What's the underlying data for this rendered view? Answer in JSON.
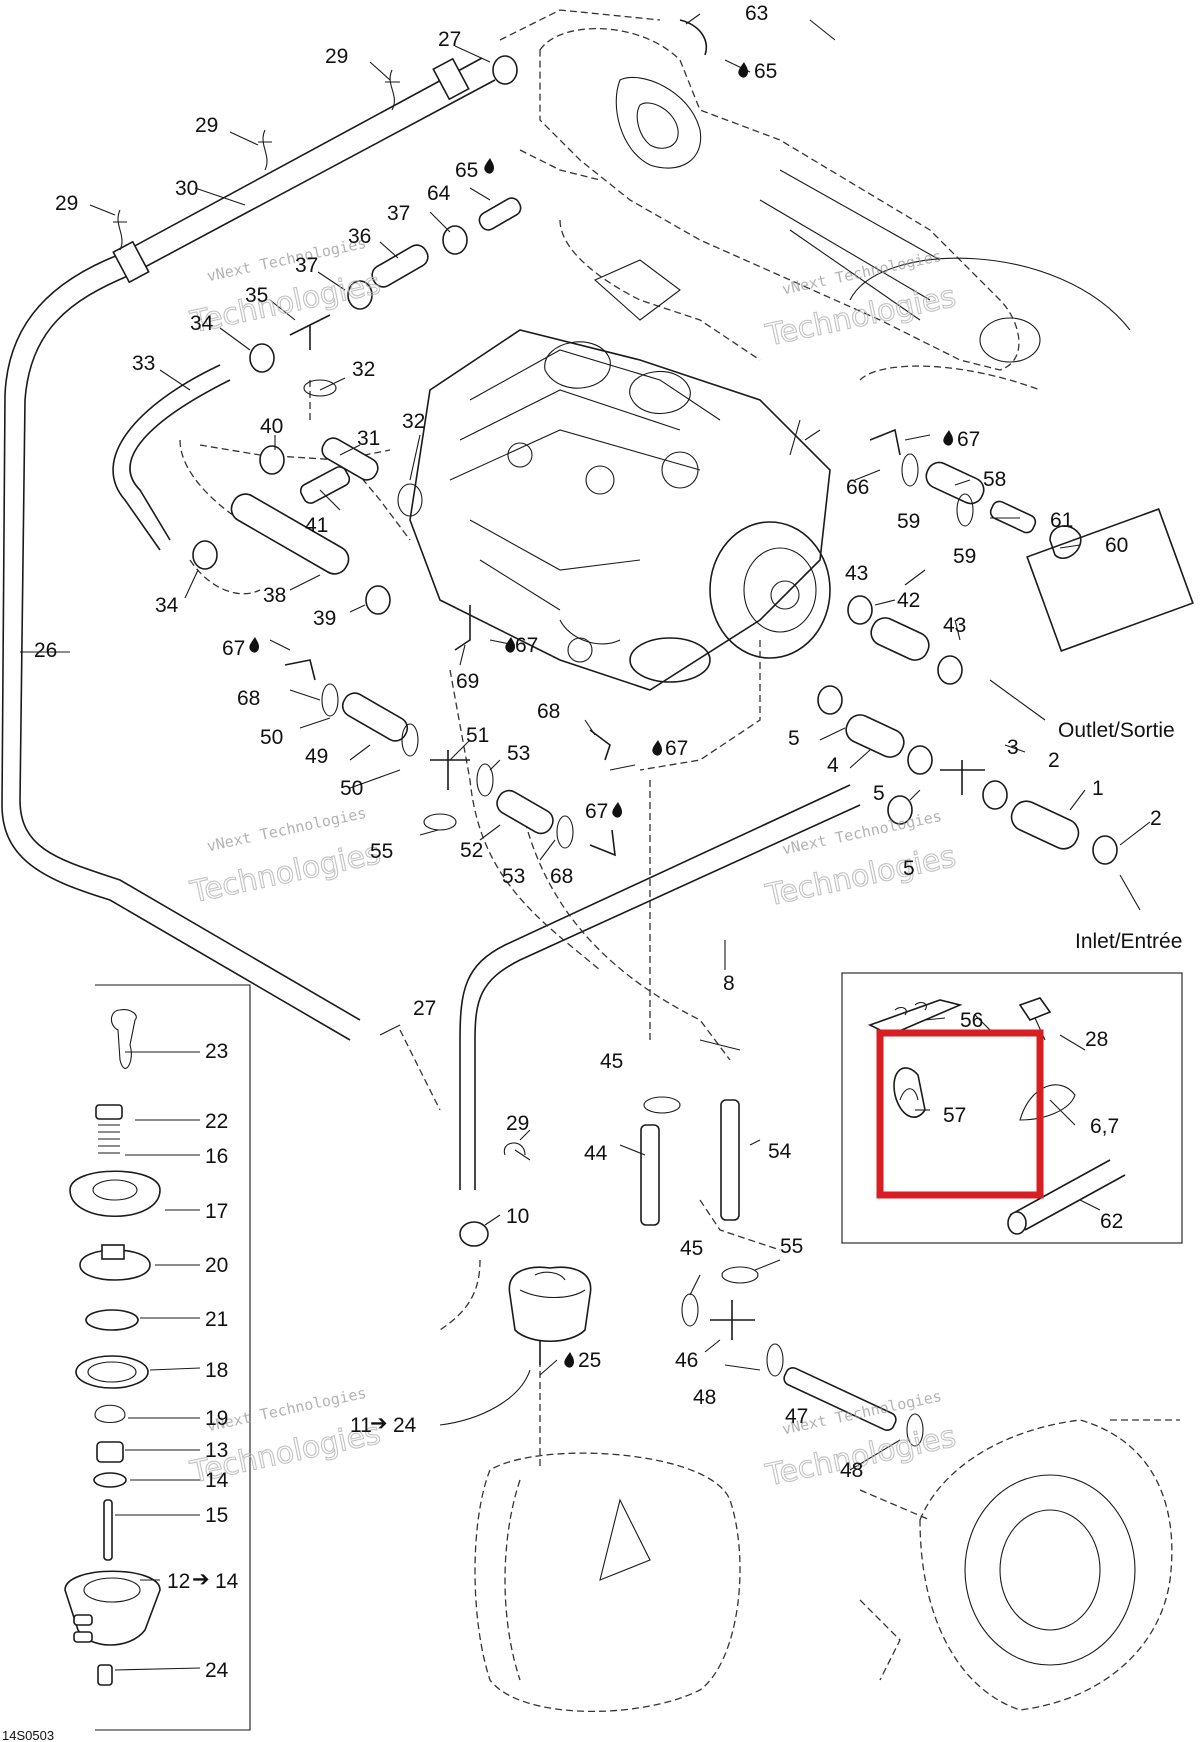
{
  "diagram": {
    "drawing_code": "14S0503",
    "flow_labels": {
      "outlet": "Outlet/Sortie",
      "inlet": "Inlet/Entrée"
    },
    "watermark": {
      "line1": "vNext Technologies",
      "line2": "Technologies"
    },
    "highlight_color": "#d81e22",
    "callouts": {
      "c1": "1",
      "c2a": "2",
      "c2b": "2",
      "c3": "3",
      "c4": "4",
      "c5a": "5",
      "c5b": "5",
      "c5c": "5",
      "c6_7": "6,7",
      "c8": "8",
      "c10": "10",
      "c11_24": "11",
      "c12_14": "12",
      "c13": "13",
      "c14": "14",
      "c15": "15",
      "c16": "16",
      "c17": "17",
      "c18": "18",
      "c19": "19",
      "c20": "20",
      "c21": "21",
      "c22": "22",
      "c23": "23",
      "c24": "24",
      "c24b": "24",
      "c25": "25",
      "c26": "26",
      "c27a": "27",
      "c27b": "27",
      "c28": "28",
      "c29a": "29",
      "c29b": "29",
      "c29c": "29",
      "c29d": "29",
      "c30": "30",
      "c31": "31",
      "c32a": "32",
      "c32b": "32",
      "c33": "33",
      "c34a": "34",
      "c34b": "34",
      "c35": "35",
      "c36": "36",
      "c37a": "37",
      "c37b": "37",
      "c38": "38",
      "c39": "39",
      "c40": "40",
      "c41": "41",
      "c42": "42",
      "c43a": "43",
      "c43b": "43",
      "c44": "44",
      "c45a": "45",
      "c45b": "45",
      "c46": "46",
      "c47": "47",
      "c48a": "48",
      "c48b": "48",
      "c49": "49",
      "c50a": "50",
      "c50b": "50",
      "c51": "51",
      "c52": "52",
      "c53a": "53",
      "c53b": "53",
      "c54": "54",
      "c55a": "55",
      "c55b": "55",
      "c56": "56",
      "c57": "57",
      "c58": "58",
      "c59a": "59",
      "c59b": "59",
      "c60": "60",
      "c61": "61",
      "c62": "62",
      "c63": "63",
      "c64": "64",
      "c65a": "65",
      "c65b": "65",
      "c66": "66",
      "c67a": "67",
      "c67b": "67",
      "c67c": "67",
      "c67d": "67",
      "c67e": "67",
      "c68a": "68",
      "c68b": "68",
      "c68c": "68",
      "c69": "69",
      "c12_14_to": "14",
      "c11_24_to": "24"
    }
  }
}
